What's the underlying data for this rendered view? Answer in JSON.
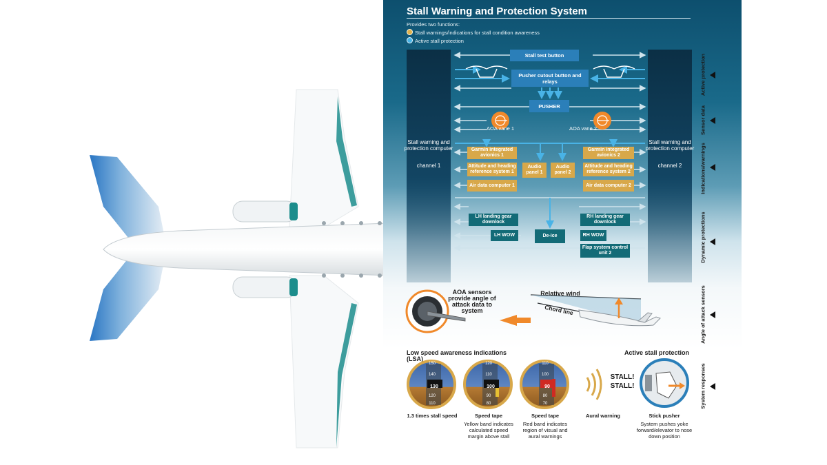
{
  "title": "Stall Warning and Protection System",
  "intro": "Provides two functions:",
  "functions": [
    {
      "label": "Stall warnings/indications for stall condition awareness",
      "color": "#e0b04a"
    },
    {
      "label": "Active stall protection",
      "color": "#49b3e6"
    }
  ],
  "channels": {
    "left": {
      "name": "Stall warning and protection computer",
      "sub": "channel 1"
    },
    "right": {
      "name": "Stall warning and protection computer",
      "sub": "channel 2"
    }
  },
  "blocks": {
    "stall_test": "Stall test button",
    "pusher_cutout": "Pusher cutout button and relays",
    "pusher": "PUSHER",
    "aoa_vane_1": "AOA vane 1",
    "aoa_vane_2": "AOA vane 2",
    "garmin_1": "Garmin integrated avionics 1",
    "garmin_2": "Garmin integrated avionics 2",
    "ahrs_1": "Attitude and heading reference system 1",
    "ahrs_2": "Attitude and heading reference system 2",
    "audio_1": "Audio panel 1",
    "audio_2": "Audio panel 2",
    "adc_1": "Air data computer 1",
    "adc_2": "Air data computer 2",
    "lh_gear": "LH landing gear downlock",
    "rh_gear": "RH landing gear downlock",
    "lh_wow": "LH WOW",
    "rh_wow": "RH WOW",
    "deice": "De-ice",
    "flap": "Flap system control unit 2"
  },
  "side_labels": [
    "Active protection",
    "Sensor data",
    "Indications/warnings",
    "Dynamic protections",
    "Angle of attack sensors",
    "System responses"
  ],
  "colors": {
    "panel_top": "#0d4f6e",
    "block_blue": "#2b7fb9",
    "block_gold": "#d8a84a",
    "block_teal": "#136b77",
    "aoa_orange": "#f0892a",
    "aircraft_teal": "#1c8d8c",
    "aircraft_blue": "#2a76c4"
  },
  "aoa_caption": "AOA sensors provide angle of attack data to system",
  "relative_wind": "Relative wind",
  "chord_line": "Chord line",
  "lsa": {
    "heading": "Low speed awareness indications (LSA)",
    "gauges": [
      {
        "title": "1.3 times stall speed",
        "desc": "",
        "current": "130",
        "ticks": [
          "150",
          "140",
          "120",
          "110"
        ]
      },
      {
        "title": "Speed tape",
        "desc": "Yellow band indicates calculated speed margin above stall",
        "current": "100",
        "ticks": [
          "120",
          "110",
          "90",
          "80"
        ]
      },
      {
        "title": "Speed tape",
        "desc": "Red band indicates region of visual and aural warnings",
        "current": "90",
        "ticks": [
          "110",
          "100",
          "80",
          "70"
        ]
      }
    ]
  },
  "aural": {
    "label": "Aural warning",
    "text1": "STALL!",
    "text2": "STALL!"
  },
  "active": {
    "heading": "Active stall protection",
    "label": "Stick pusher",
    "desc": "System pushes yoke forward/elevator to nose down position"
  }
}
